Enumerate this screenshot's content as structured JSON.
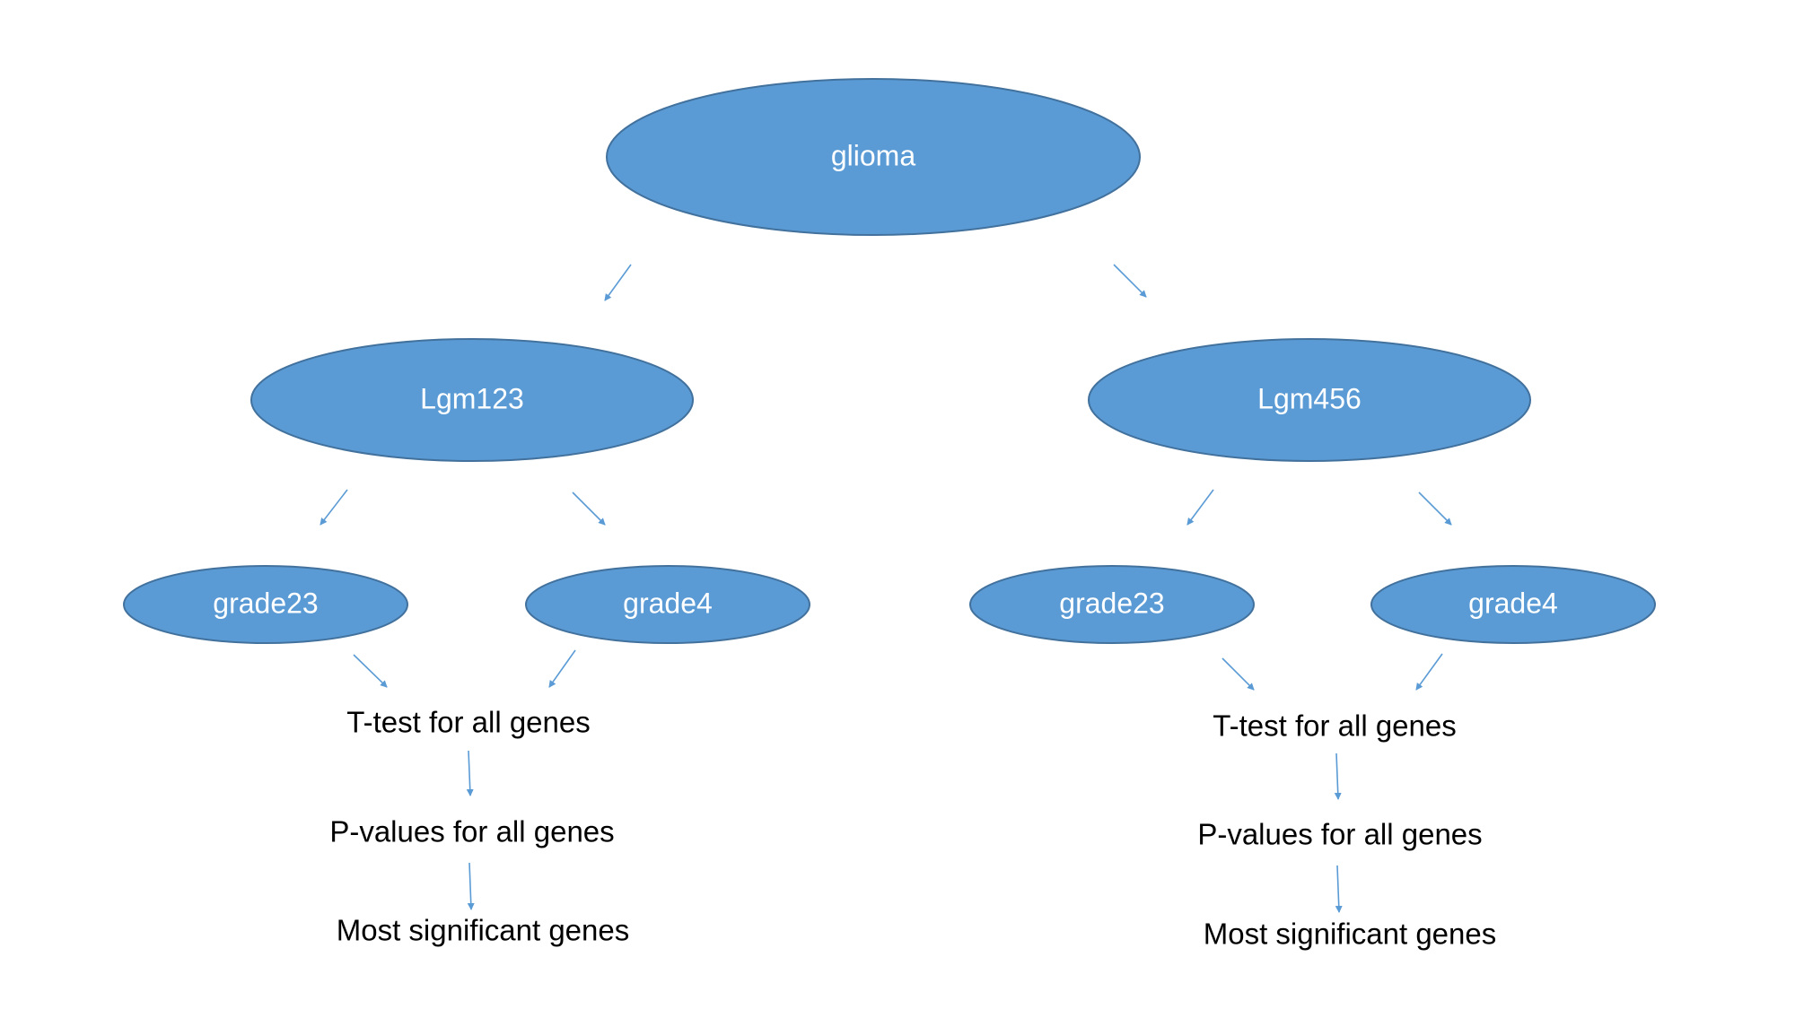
{
  "colors": {
    "node_fill": "#5b9bd5",
    "node_outline": "#41719c",
    "arrow": "#5b9bd5",
    "node_text": "#ffffff",
    "step_text": "#000000"
  },
  "root": {
    "label": "glioma"
  },
  "left_branch": {
    "label": "Lgm123",
    "children": [
      {
        "label": "grade23"
      },
      {
        "label": "grade4"
      }
    ],
    "steps": [
      {
        "label": "T-test for all genes"
      },
      {
        "label": "P-values for all genes"
      },
      {
        "label": "Most significant genes"
      }
    ]
  },
  "right_branch": {
    "label": "Lgm456",
    "children": [
      {
        "label": "grade23"
      },
      {
        "label": "grade4"
      }
    ],
    "steps": [
      {
        "label": "T-test for all genes"
      },
      {
        "label": "P-values for all genes"
      },
      {
        "label": "Most significant genes"
      }
    ]
  }
}
